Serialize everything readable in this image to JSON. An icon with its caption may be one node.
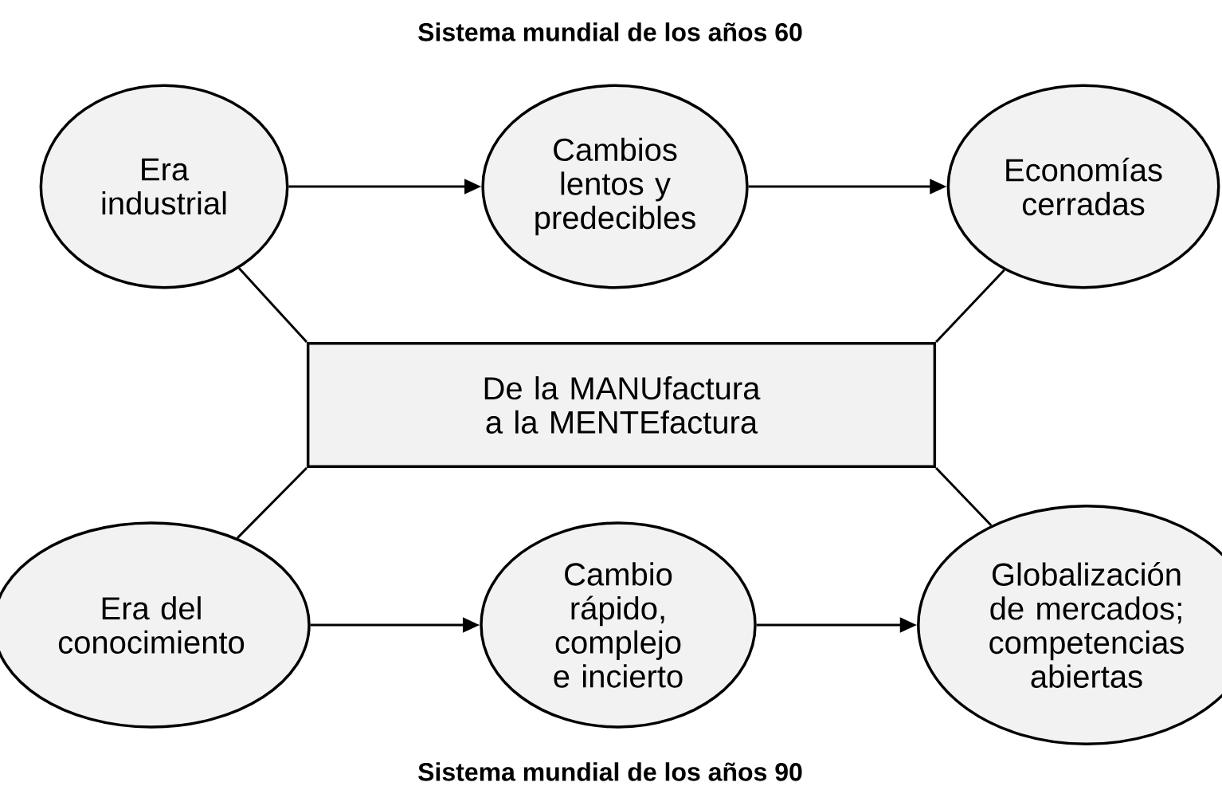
{
  "diagram": {
    "title": "Sistema mundial de los años 60",
    "caption": "Sistema mundial de los años 90",
    "nodes": [
      {
        "text": [
          "Era industrial"
        ]
      },
      {
        "text": [
          "Cambios lentos y predecibles"
        ]
      },
      {
        "text": [
          "Economías cerradas"
        ]
      },
      {
        "text": [
          "De la MANUfactura a la MENTEfactura"
        ]
      },
      {
        "text": [
          "Era del conocimiento"
        ]
      },
      {
        "text": [
          "Cambio rápido, complejo e incierto"
        ]
      },
      {
        "text": [
          "Globalización de mercados; competencias abiertas"
        ]
      }
    ],
    "edges": [
      {
        "from": 0,
        "to": 1,
        "arrow": "to"
      },
      {
        "from": 1,
        "to": 2,
        "arrow": "to"
      },
      {
        "from": 0,
        "to": 3,
        "arrow": "none"
      },
      {
        "from": 2,
        "to": 3,
        "arrow": "none"
      },
      {
        "from": 4,
        "to": 3,
        "arrow": "none"
      },
      {
        "from": 6,
        "to": 3,
        "arrow": "none"
      },
      {
        "from": 4,
        "to": 5,
        "arrow": "to"
      },
      {
        "from": 5,
        "to": 6,
        "arrow": "to"
      }
    ]
  }
}
